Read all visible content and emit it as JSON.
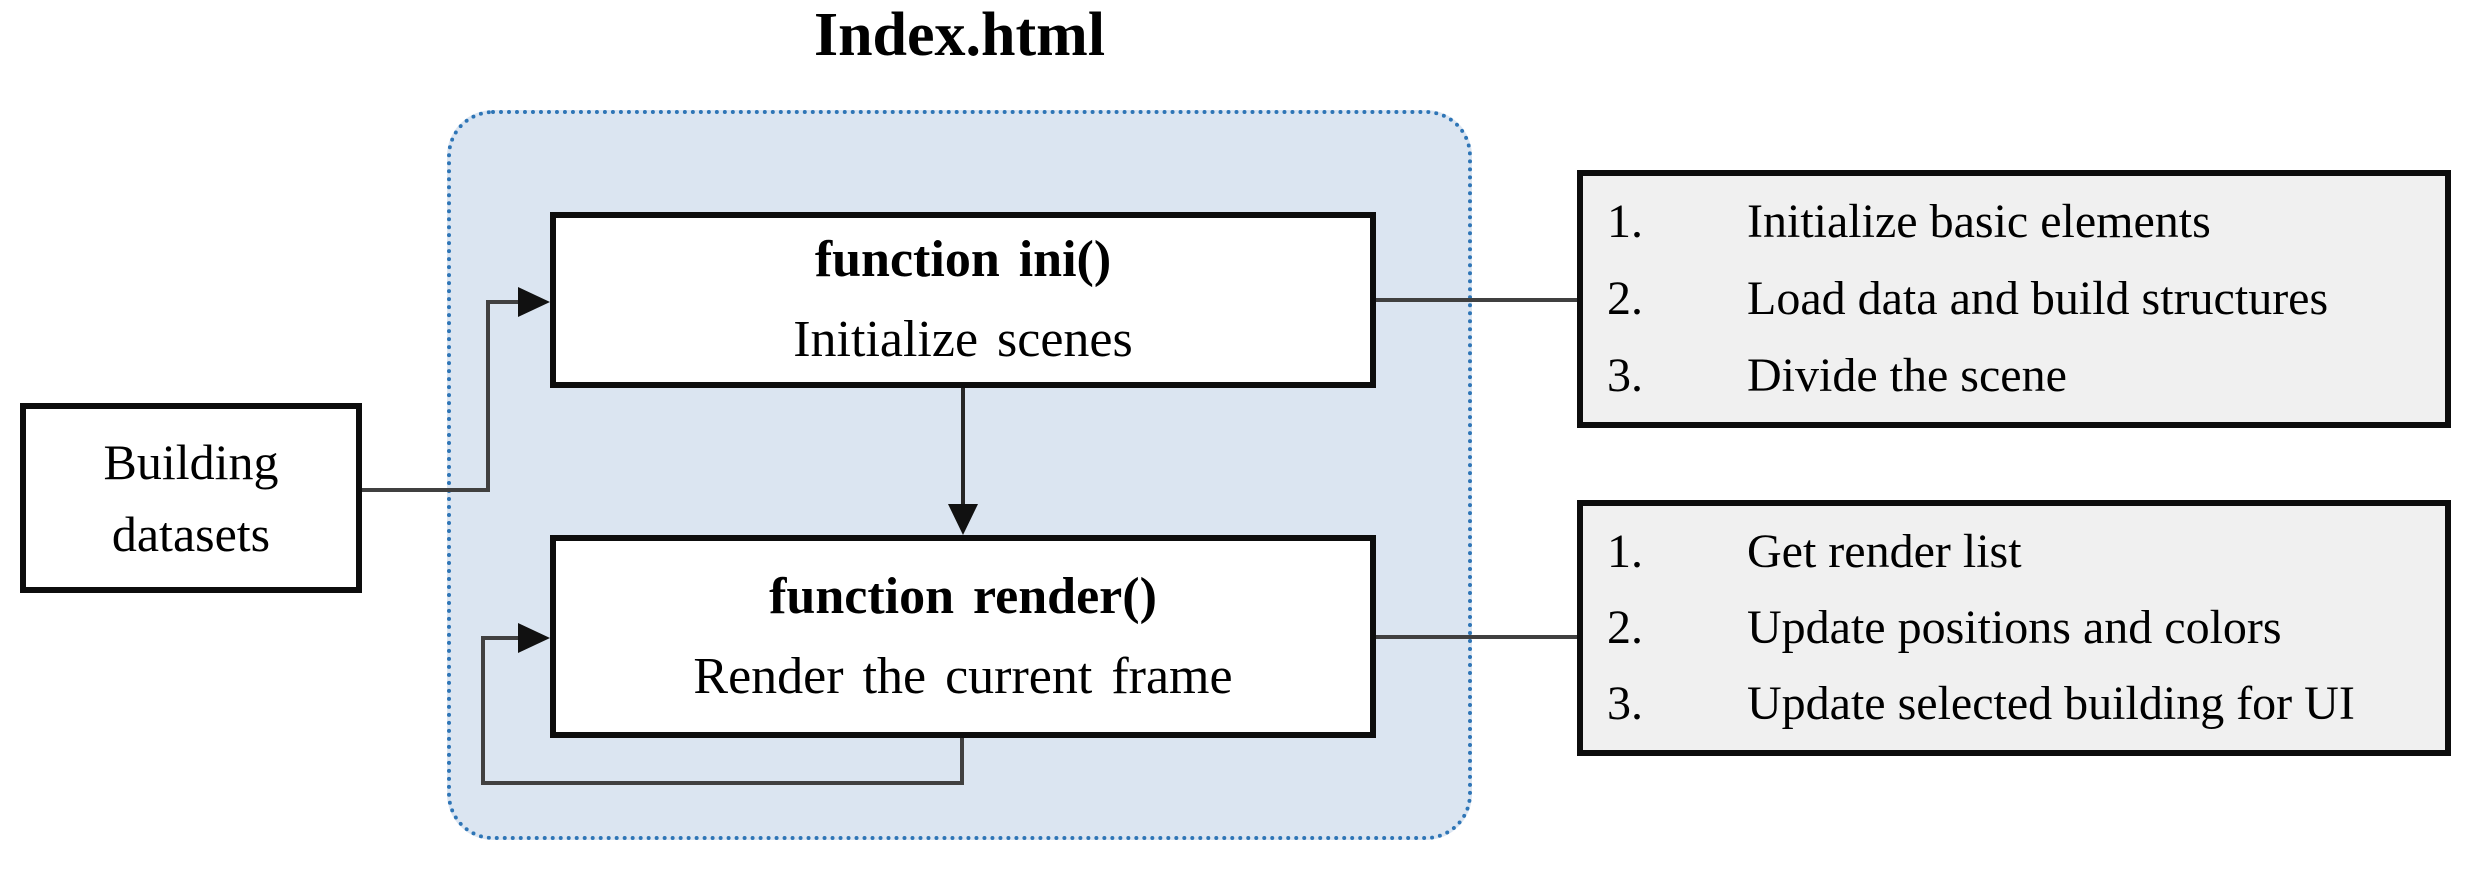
{
  "diagram": {
    "title": "Index.html",
    "nodes": {
      "building": {
        "line1": "Building",
        "line2": "datasets"
      },
      "ini": {
        "title": "function ini()",
        "subtitle": "Initialize scenes"
      },
      "render": {
        "title": "function render()",
        "subtitle": "Render the current frame"
      }
    },
    "lists": {
      "ini_steps": {
        "items": [
          {
            "num": "1.",
            "text": "Initialize basic elements"
          },
          {
            "num": "2.",
            "text": "Load data and build structures"
          },
          {
            "num": "3.",
            "text": "Divide the scene"
          }
        ]
      },
      "render_steps": {
        "items": [
          {
            "num": "1.",
            "text": "Get render list"
          },
          {
            "num": "2.",
            "text": "Update positions and colors"
          },
          {
            "num": "3.",
            "text": "Update selected building for UI"
          }
        ]
      }
    },
    "colors": {
      "container_fill": "#dbe5f1",
      "container_border": "#2e75b6",
      "node_fill": "#ffffff",
      "node_border": "#0d0d0d",
      "list_fill": "#f0f0f0",
      "connector": "#404040",
      "arrowhead": "#111111",
      "text": "#000000"
    }
  }
}
